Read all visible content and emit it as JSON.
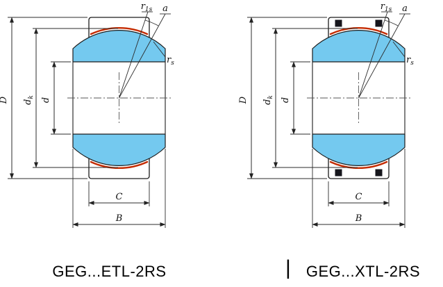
{
  "colors": {
    "ring_fill": "#74C9EF",
    "seal": "#C42B00"
  },
  "dims": {
    "D": "D",
    "dk_main": "d",
    "dk_sub": "k",
    "d": "d",
    "C": "C",
    "B": "B",
    "r1s_main": "r",
    "r1s_sub": "1s",
    "a": "a",
    "rs_main": "r",
    "rs_sub": "s"
  },
  "captions": {
    "left": "GEG...ETL-2RS",
    "divider": "|",
    "right": "GEG...XTL-2RS"
  }
}
